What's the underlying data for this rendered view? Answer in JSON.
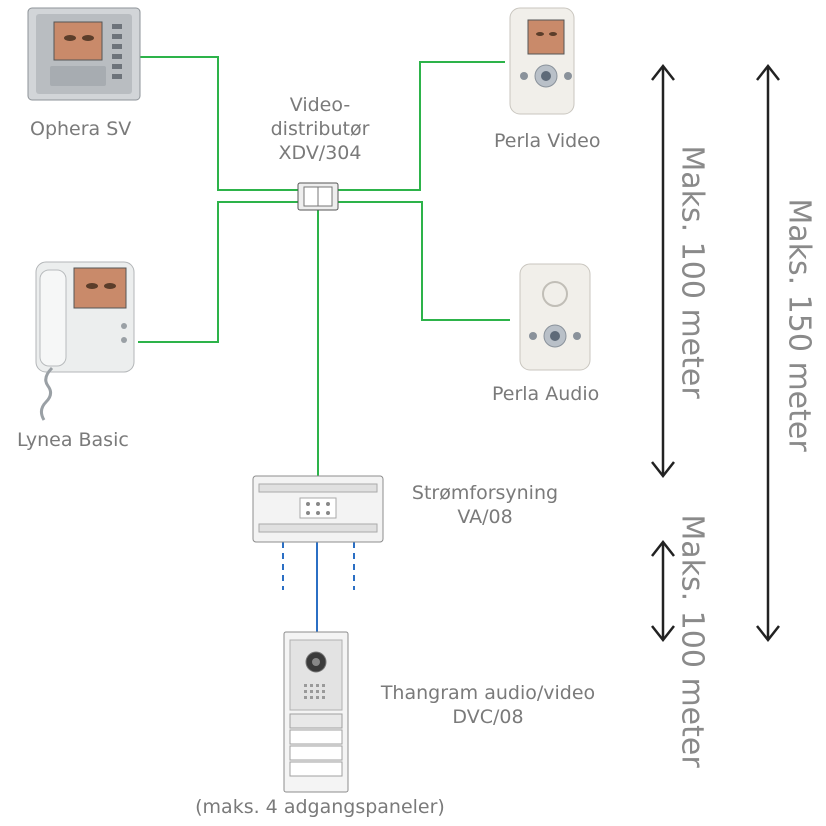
{
  "devices": {
    "ophera": {
      "label": "Ophera SV"
    },
    "lynea": {
      "label": "Lynea Basic"
    },
    "perla_video": {
      "label": "Perla Video"
    },
    "perla_audio": {
      "label": "Perla Audio"
    },
    "distributor": {
      "line1": "Video-",
      "line2": "distributør",
      "line3": "XDV/304"
    },
    "power": {
      "line1": "Strømforsyning",
      "line2": "VA/08"
    },
    "panel": {
      "line1": "Thangram audio/video",
      "line2": "DVC/08",
      "note": "(maks. 4 adgangspaneler)"
    }
  },
  "distances": {
    "upper": "Maks. 100 meter",
    "total": "Maks. 150 meter",
    "lower": "Maks. 100 meter"
  },
  "colors": {
    "video_line": "#2db34a",
    "bus_line": "#2b6fc4",
    "text": "#7a7a7a",
    "arrow": "#222222"
  }
}
